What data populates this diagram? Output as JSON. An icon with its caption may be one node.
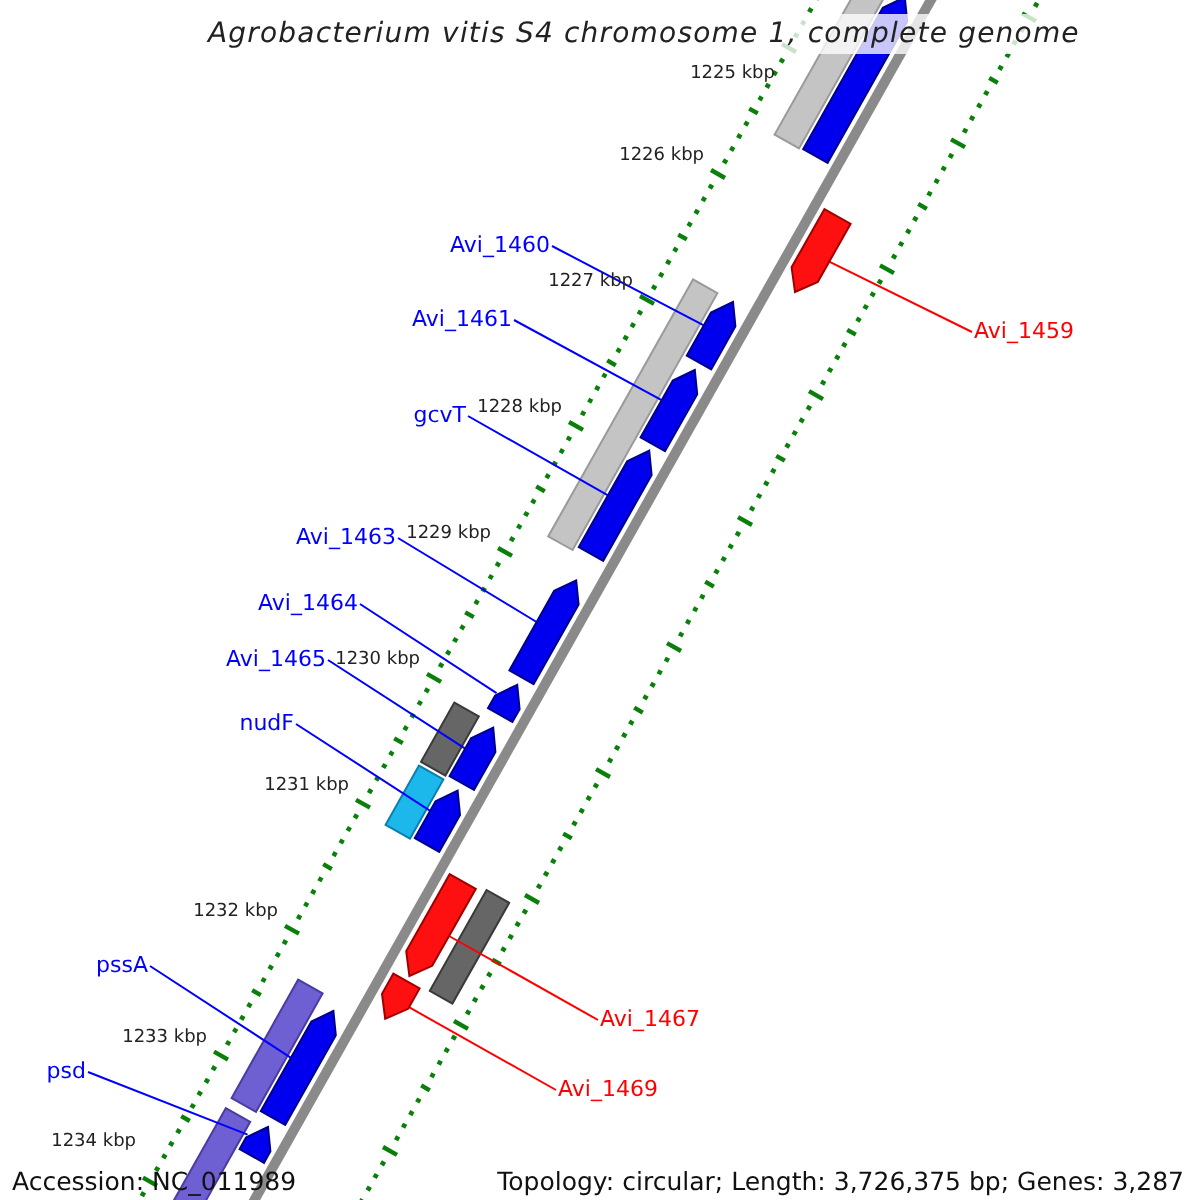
{
  "diagram": {
    "title": "Agrobacterium vitis S4 chromosome 1, complete genome",
    "nodes": [
      {
        "text": [
          "Avi_1460"
        ]
      },
      {
        "text": [
          "Avi_1461"
        ]
      },
      {
        "text": [
          "Avi_1459"
        ]
      },
      {
        "text": [
          "gcvT"
        ]
      },
      {
        "text": [
          "Avi_1463"
        ]
      },
      {
        "text": [
          "Avi_1464"
        ]
      },
      {
        "text": [
          "Avi_1465"
        ]
      },
      {
        "text": [
          "nudF"
        ]
      },
      {
        "text": [
          "pssA"
        ]
      },
      {
        "text": [
          "Avi_1467"
        ]
      },
      {
        "text": [
          "psd"
        ]
      },
      {
        "text": [
          "Avi_1469"
        ]
      },
      {
        "text": [],
        "shape": "bar"
      },
      {
        "text": [],
        "shape": "bar"
      },
      {
        "text": [],
        "shape": "bar"
      },
      {
        "text": [],
        "shape": "bar"
      },
      {
        "text": [],
        "shape": "bar"
      },
      {
        "text": [],
        "shape": "bar"
      },
      {
        "text": [],
        "shape": "bar"
      },
      {
        "text": [],
        "shape": "bar"
      },
      {
        "text": [],
        "shape": "bar"
      },
      {
        "text": [],
        "shape": "bar"
      },
      {
        "text": [],
        "shape": "bar"
      },
      {
        "text": [],
        "shape": "bar"
      }
    ],
    "edges": [
      {
        "from": 0,
        "to": 13,
        "arrow": "none"
      },
      {
        "from": 1,
        "to": 14,
        "arrow": "none"
      },
      {
        "from": 2,
        "to": 12,
        "arrow": "none",
        "color": "#ff0000"
      },
      {
        "from": 3,
        "to": 15,
        "arrow": "none"
      },
      {
        "from": 4,
        "to": 16,
        "arrow": "none"
      },
      {
        "from": 5,
        "to": 17,
        "arrow": "none"
      },
      {
        "from": 6,
        "to": 18,
        "arrow": "none"
      },
      {
        "from": 7,
        "to": 19,
        "arrow": "none"
      },
      {
        "from": 8,
        "to": 22,
        "arrow": "none"
      },
      {
        "from": 9,
        "to": 20,
        "arrow": "none",
        "color": "#ff0000"
      },
      {
        "from": 10,
        "to": 23,
        "arrow": "none"
      },
      {
        "from": 11,
        "to": 21,
        "arrow": "none",
        "color": "#ff0000"
      }
    ],
    "labels": [
      "1225 kbp",
      "1226 kbp",
      "1227 kbp",
      "1228 kbp",
      "1229 kbp",
      "1230 kbp",
      "1231 kbp",
      "1232 kbp",
      "1233 kbp",
      "1234 kbp",
      "Accession: NC_011989",
      "Topology: circular; Length: 3,726,375 bp; Genes: 3,287"
    ]
  }
}
